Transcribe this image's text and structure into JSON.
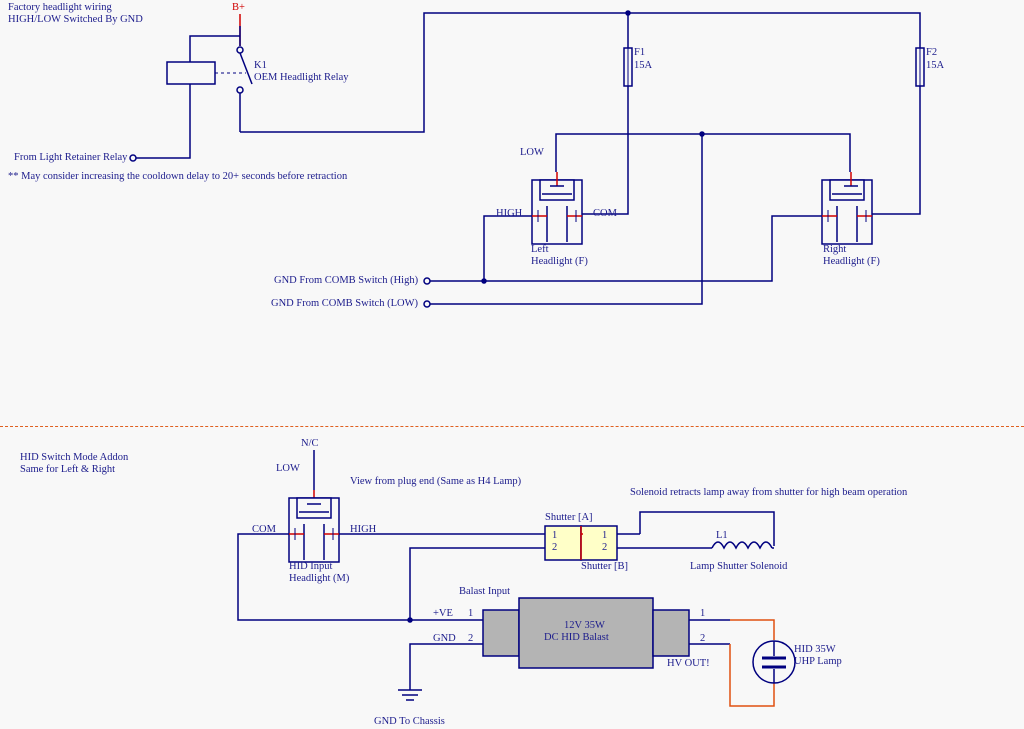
{
  "header": {
    "title": "Factory headlight wiring",
    "subtitle": "HIGH/LOW Switched By GND"
  },
  "top": {
    "b_plus": "B+",
    "relay_ref": "K1",
    "relay_name": "OEM Headlight Relay",
    "relay_input": "From Light Retainer Relay",
    "note": "** May consider increasing the cooldown delay to 20+ seconds before retraction",
    "fuse1_ref": "F1",
    "fuse1_rating": "15A",
    "fuse2_ref": "F2",
    "fuse2_rating": "15A",
    "left_low": "LOW",
    "left_high": "HIGH",
    "left_com": "COM",
    "left_name_1": "Left",
    "left_name_2": "Headlight (F)",
    "right_name_1": "Right",
    "right_name_2": "Headlight (F)",
    "gnd_high": "GND From COMB Switch (High)",
    "gnd_low": "GND From COMB Switch (LOW)"
  },
  "bottom": {
    "section_title": "HID Switch Mode Addon",
    "section_subtitle": "Same for Left & Right",
    "nc": "N/C",
    "low": "LOW",
    "view_note": "View from plug end (Same as H4 Lamp)",
    "com": "COM",
    "high": "HIGH",
    "input_name_1": "HID Input",
    "input_name_2": "Headlight (M)",
    "shutter_a": "Shutter [A]",
    "shutter_b": "Shutter [B]",
    "pin1": "1",
    "pin2": "2",
    "solenoid_note": "Solenoid retracts lamp away from shutter for high beam operation",
    "inductor_ref": "L1",
    "inductor_name": "Lamp Shutter Solenoid",
    "ballast_input": "Balast Input",
    "ve_label": "+VE",
    "gnd_label": "GND",
    "ballast_line1": "12V 35W",
    "ballast_line2": "DC HID Balast",
    "hv_out": "HV OUT!",
    "lamp_line1": "HID 35W",
    "lamp_line2": "UHP Lamp",
    "gnd_chassis": "GND To Chassis"
  },
  "colors": {
    "wire": "#00007f",
    "pin": "#d00000",
    "hv_wire": "#e05010",
    "divider": "#e06020",
    "connector_fill": "#ffffc8",
    "ballast_fill": "#b4b4b4",
    "text": "#1c1c8c"
  }
}
